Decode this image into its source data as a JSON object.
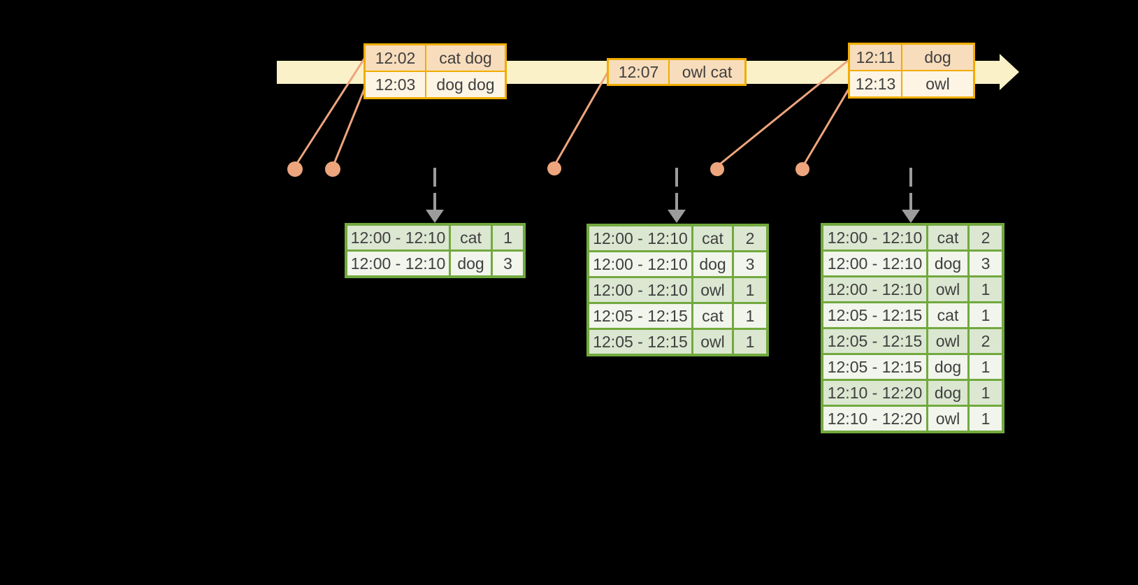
{
  "diagram": {
    "kind": "streaming windowed grouped aggregation",
    "visible_labels_note": "only table contents are visible; axis labels are not rendered in the pixels"
  },
  "colors": {
    "background": "#000000",
    "timeline_bar": "#fbf1c8",
    "event_table_border": "#f0ad00",
    "event_row_peach": "#f8ddbc",
    "event_row_cream": "#fdf4e4",
    "result_table_border": "#72a93e",
    "result_row_green": "#dbe7d1",
    "result_row_white": "#f1f5ec",
    "connector_salmon": "#eda57d",
    "trigger_arrow_gray": "#9c9c9c",
    "text": "#3f3f3f"
  },
  "event_tables": [
    {
      "name": "input-batch-1",
      "rows": [
        {
          "time": "12:02",
          "words": "cat dog"
        },
        {
          "time": "12:03",
          "words": "dog dog"
        }
      ]
    },
    {
      "name": "input-batch-2",
      "rows": [
        {
          "time": "12:07",
          "words": "owl cat"
        }
      ]
    },
    {
      "name": "input-batch-3",
      "rows": [
        {
          "time": "12:11",
          "words": "dog"
        },
        {
          "time": "12:13",
          "words": "owl"
        }
      ]
    }
  ],
  "result_tables": [
    {
      "name": "windowed-counts-1",
      "rows": [
        {
          "window": "12:00 - 12:10",
          "word": "cat",
          "count": "1"
        },
        {
          "window": "12:00 - 12:10",
          "word": "dog",
          "count": "3"
        }
      ]
    },
    {
      "name": "windowed-counts-2",
      "rows": [
        {
          "window": "12:00 - 12:10",
          "word": "cat",
          "count": "2"
        },
        {
          "window": "12:00 - 12:10",
          "word": "dog",
          "count": "3"
        },
        {
          "window": "12:00 - 12:10",
          "word": "owl",
          "count": "1"
        },
        {
          "window": "12:05 - 12:15",
          "word": "cat",
          "count": "1"
        },
        {
          "window": "12:05 - 12:15",
          "word": "owl",
          "count": "1"
        }
      ]
    },
    {
      "name": "windowed-counts-3",
      "rows": [
        {
          "window": "12:00 - 12:10",
          "word": "cat",
          "count": "2"
        },
        {
          "window": "12:00 - 12:10",
          "word": "dog",
          "count": "3"
        },
        {
          "window": "12:00 - 12:10",
          "word": "owl",
          "count": "1"
        },
        {
          "window": "12:05 - 12:15",
          "word": "cat",
          "count": "1"
        },
        {
          "window": "12:05 - 12:15",
          "word": "owl",
          "count": "2"
        },
        {
          "window": "12:05 - 12:15",
          "word": "dog",
          "count": "1"
        },
        {
          "window": "12:10 - 12:20",
          "word": "dog",
          "count": "1"
        },
        {
          "window": "12:10 - 12:20",
          "word": "owl",
          "count": "1"
        }
      ]
    }
  ]
}
